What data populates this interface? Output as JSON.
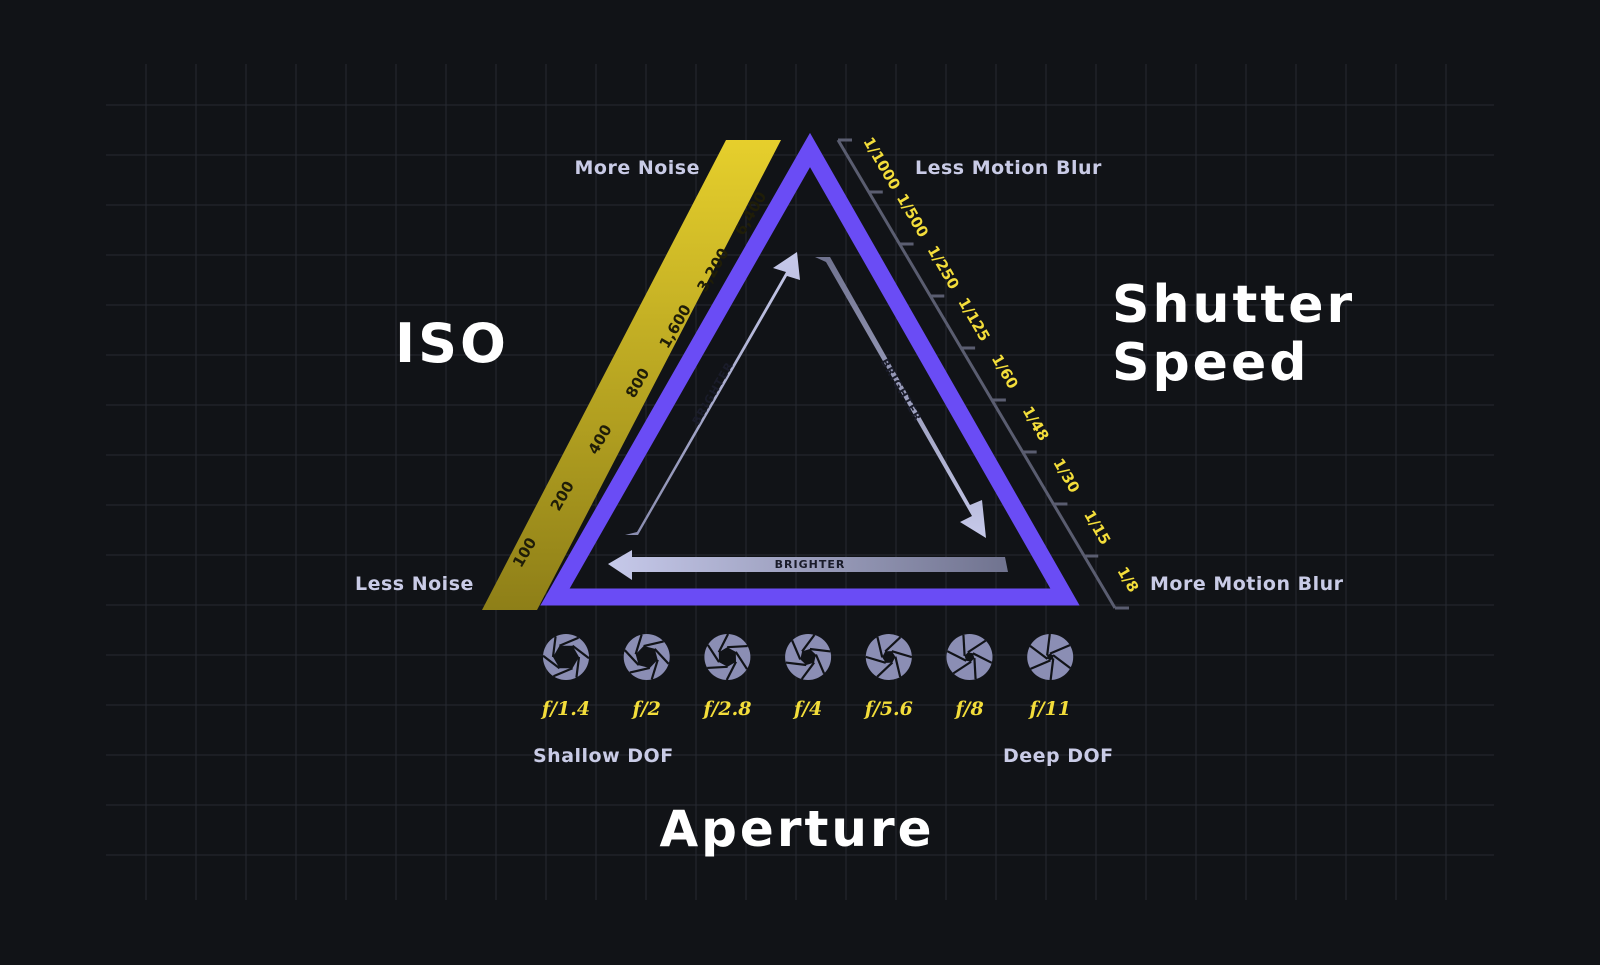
{
  "colors": {
    "background": "#111317",
    "grid": "#262932",
    "triangle": "#6a4cf5",
    "iso_band": "#e0cb2b",
    "shutter_ruler": "#5a5d70",
    "tick_label": "#f3dd3a",
    "arrow": "#b9bcdd",
    "aperture_icon": "#8b8eb4"
  },
  "titles": {
    "iso": "ISO",
    "shutter_line1": "Shutter",
    "shutter_line2": "Speed",
    "aperture": "Aperture"
  },
  "labels": {
    "more_noise": "More Noise",
    "less_noise": "Less Noise",
    "less_motion_blur": "Less Motion Blur",
    "more_motion_blur": "More Motion Blur",
    "shallow_dof": "Shallow DOF",
    "deep_dof": "Deep DOF",
    "brighter": "BRIGHTER"
  },
  "iso_values": [
    "100",
    "200",
    "400",
    "800",
    "1,600",
    "3,200",
    "6,400"
  ],
  "shutter_values": [
    "1/1000",
    "1/500",
    "1/250",
    "1/125",
    "1/60",
    "1/48",
    "1/30",
    "1/15",
    "1/8"
  ],
  "apertures": [
    {
      "label": "f/1.4",
      "icon": "aperture-wide-open-icon"
    },
    {
      "label": "f/2",
      "icon": "aperture-icon"
    },
    {
      "label": "f/2.8",
      "icon": "aperture-icon"
    },
    {
      "label": "f/4",
      "icon": "aperture-icon"
    },
    {
      "label": "f/5.6",
      "icon": "aperture-icon"
    },
    {
      "label": "f/8",
      "icon": "aperture-icon"
    },
    {
      "label": "f/11",
      "icon": "aperture-closed-icon"
    }
  ]
}
